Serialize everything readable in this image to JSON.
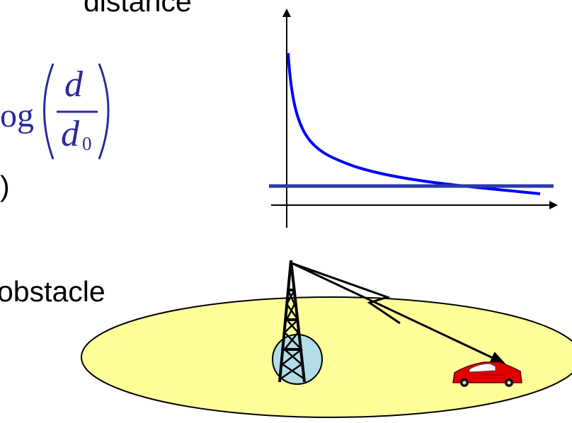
{
  "text": {
    "top_word": "distance",
    "obstacle_word": "obstacle",
    "paren_fragment": ")"
  },
  "formula": {
    "log_fragment": "og",
    "numerator": "d",
    "denominator": "d",
    "subscript": "0"
  },
  "colors": {
    "formula": "#2b2b9a",
    "curve": "#0000ff",
    "threshold_line": "#2a3aa8",
    "ground": "#ffff99",
    "tower_base": "#b3dde6",
    "car": "#e00000"
  },
  "chart_data": {
    "type": "line",
    "title": "",
    "xlabel": "",
    "ylabel": "",
    "series": [
      {
        "shape": "decreasing curve"
      },
      {
        "shape": "horizontal line"
      }
    ]
  },
  "scene": {
    "ground": "yellow ellipse",
    "tower": "transmission tower",
    "paths": [
      "direct path",
      "reflected path"
    ],
    "receiver": "car-icon"
  }
}
